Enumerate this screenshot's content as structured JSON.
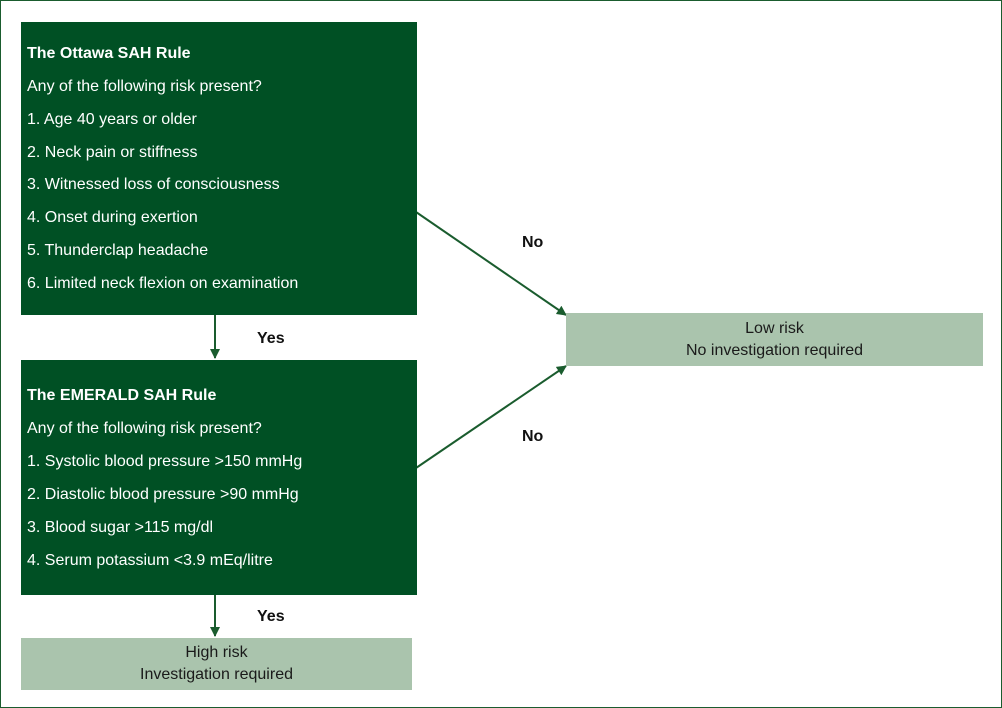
{
  "ottawa": {
    "title": "The Ottawa SAH Rule",
    "question": "Any of the following risk present?",
    "items": [
      "1. Age 40 years or older",
      "2. Neck pain or stiffness",
      "3. Witnessed loss of consciousness",
      "4. Onset during exertion",
      "5. Thunderclap headache",
      "6. Limited neck flexion on examination"
    ]
  },
  "emerald": {
    "title": "The EMERALD SAH Rule",
    "question": "Any of the following risk present?",
    "items": [
      "1. Systolic blood pressure >150 mmHg",
      "2. Diastolic blood pressure >90 mmHg",
      "3. Blood sugar >115 mg/dl",
      "4. Serum potassium <3.9 mEq/litre"
    ]
  },
  "low_risk": {
    "line1": "Low risk",
    "line2": "No investigation required"
  },
  "high_risk": {
    "line1": "High risk",
    "line2": "Investigation required"
  },
  "edges": {
    "ottawa_yes": "Yes",
    "ottawa_no": "No",
    "emerald_yes": "Yes",
    "emerald_no": "No"
  },
  "colors": {
    "dark_green": "#005024",
    "light_green": "#aac4ad",
    "arrow": "#1a5c2e"
  }
}
